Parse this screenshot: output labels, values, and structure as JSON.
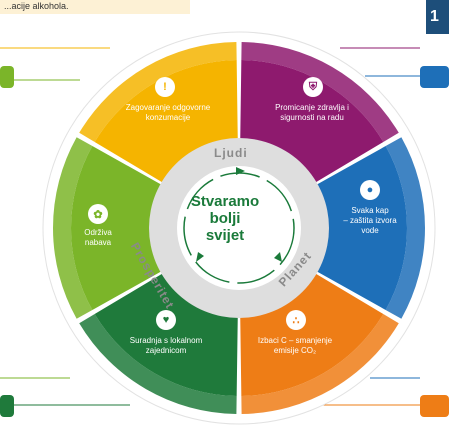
{
  "header_note": "...acije alkohola.",
  "badge_number": "1",
  "center": {
    "line1": "Stvaramo",
    "line2": "bolji",
    "line3": "svijet"
  },
  "ring_words": {
    "top": "Ljudi",
    "right": "Planet",
    "left": "Prosperitet"
  },
  "segments": [
    {
      "id": "responsible",
      "label_line1": "Zagovaranje odgovorne",
      "label_line2": "konzumacije",
      "icon": "exclamation-icon",
      "color": "#f5b400"
    },
    {
      "id": "health",
      "label_line1": "Promicanje zdravlja i",
      "label_line2": "sigurnosti na radu",
      "icon": "shield-icon",
      "color": "#8e1a6e"
    },
    {
      "id": "water",
      "label_line1": "Svaka kap",
      "label_line2": "– zaštita izvora",
      "label_line3": "vode",
      "icon": "water-drop-icon",
      "color": "#1e6fb8"
    },
    {
      "id": "carbon",
      "label_line1": "Izbaci C – smanjenje",
      "label_line2": "emisije CO₂",
      "icon": "footprint-icon",
      "color": "#ee7d16"
    },
    {
      "id": "community",
      "label_line1": "Suradnja s lokalnom",
      "label_line2": "zajednicom",
      "icon": "handshake-heart-icon",
      "color": "#1f7a3b"
    },
    {
      "id": "sourcing",
      "label_line1": "Održiva",
      "label_line2": "nabava",
      "icon": "hop-icon",
      "color": "#7bb529"
    }
  ],
  "colors": {
    "yellow": "#f5b400",
    "purple": "#8e1a6e",
    "blue": "#1e6fb8",
    "orange": "#ee7d16",
    "dark_green": "#1f7a3b",
    "light_green": "#7bb529",
    "inner_ring": "#dedede",
    "center_text": "#1a7a3a"
  }
}
